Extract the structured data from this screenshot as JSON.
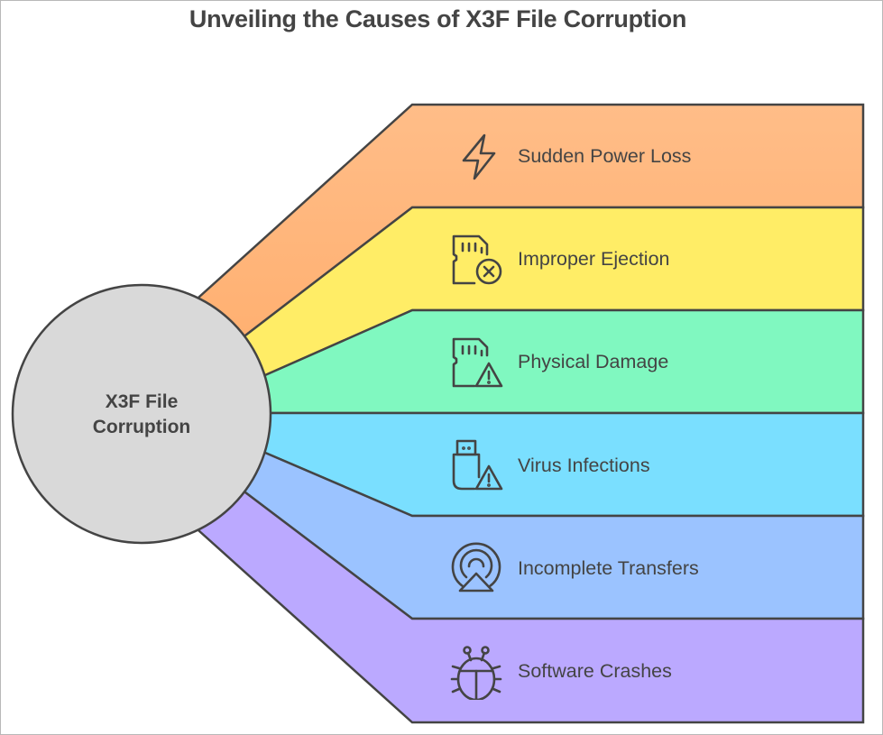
{
  "title": "Unveiling the Causes of X3F File Corruption",
  "center": {
    "label_line1": "X3F File",
    "label_line2": "Corruption",
    "fill": "#d9d9d9",
    "stroke": "#444444"
  },
  "causes": [
    {
      "label": "Sudden Power Loss",
      "icon": "lightning-bolt-icon",
      "color": "#ffbb85"
    },
    {
      "label": "Improper Ejection",
      "icon": "sd-card-x-icon",
      "color": "#ffed66"
    },
    {
      "label": "Physical Damage",
      "icon": "sd-card-warning-icon",
      "color": "#80f8c0"
    },
    {
      "label": "Virus Infections",
      "icon": "usb-drive-warning-icon",
      "color": "#7adfff"
    },
    {
      "label": "Incomplete Transfers",
      "icon": "airplay-broadcast-icon",
      "color": "#9bc3ff"
    },
    {
      "label": "Software Crashes",
      "icon": "bug-icon",
      "color": "#bba9ff"
    }
  ],
  "colors": {
    "stroke": "#444444",
    "text": "#444444",
    "orange_gradient_end": "#ffb070"
  }
}
